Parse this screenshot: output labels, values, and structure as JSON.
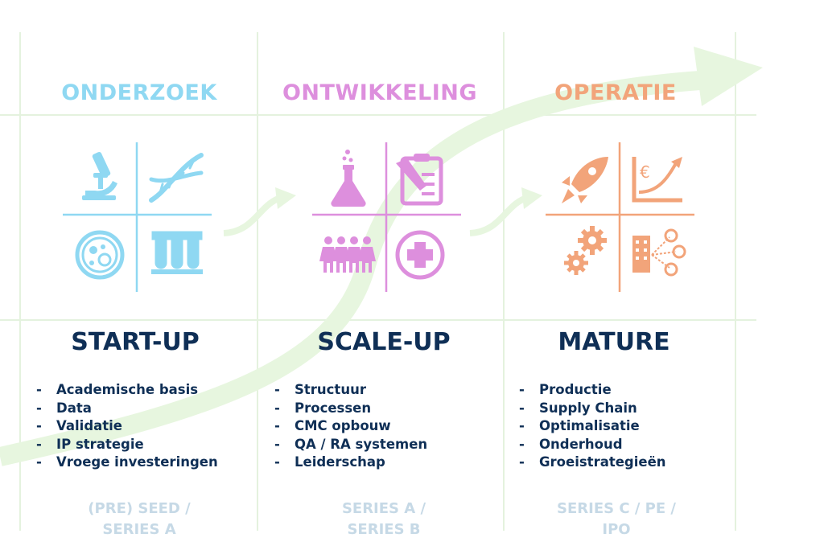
{
  "colors": {
    "onderzoek": "#8fd8f2",
    "ontwikkeling": "#dd8fdd",
    "operatie": "#f2a47a",
    "stage_text": "#0f2f56",
    "funding_text": "#c6d9e6",
    "grid": "#e4f2de",
    "arrow": "#e7f6df"
  },
  "columns": [
    {
      "title": "ONDERZOEK",
      "icons": [
        "microscope-icon",
        "dna-icon",
        "petri-dish-icon",
        "test-tubes-icon"
      ],
      "stage": "START-UP",
      "items": [
        "Academische basis",
        "Data",
        "Validatie",
        "IP strategie",
        "Vroege investeringen"
      ],
      "funding": [
        "(PRE) SEED /",
        "SERIES A"
      ]
    },
    {
      "title": "ONTWIKKELING",
      "icons": [
        "flask-icon",
        "clipboard-icon",
        "people-icon",
        "medical-cross-icon"
      ],
      "stage": "SCALE-UP",
      "items": [
        "Structuur",
        "Processen",
        "CMC opbouw",
        "QA / RA systemen",
        "Leiderschap"
      ],
      "funding": [
        "SERIES A /",
        "SERIES B"
      ]
    },
    {
      "title": "OPERATIE",
      "icons": [
        "rocket-icon",
        "euro-growth-chart-icon",
        "gears-icon",
        "building-network-icon"
      ],
      "stage": "MATURE",
      "items": [
        "Productie",
        "Supply Chain",
        "Optimalisatie",
        "Onderhoud",
        "Groeistrategieën"
      ],
      "funding": [
        "SERIES C / PE /",
        "IPO"
      ]
    }
  ],
  "list_bullet": "-"
}
